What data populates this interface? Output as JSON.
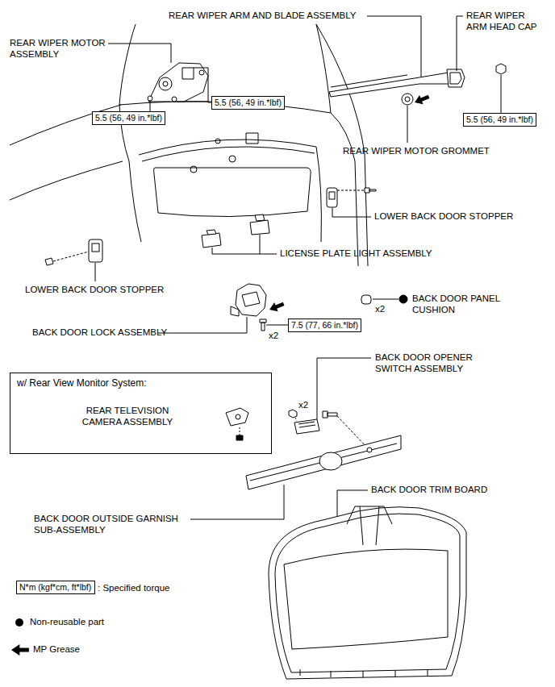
{
  "diagram": {
    "nodes": [
      {
        "text": [
          "5.5 (56, 49 in.*lbf)"
        ]
      },
      {
        "text": [
          "5.5 (56, 49 in.*lbf)"
        ]
      },
      {
        "text": [
          "5.5 (56, 49 in.*lbf)"
        ]
      },
      {
        "text": [
          "7.5 (77, 66 in.*lbf)"
        ]
      },
      {
        "text": [
          "w/ Rear View Monitor System:",
          "REAR TELEVISION CAMERA ASSEMBLY"
        ]
      },
      {
        "text": [
          "N*m (kgf*cm, ft*lbf)"
        ]
      }
    ],
    "labels": [
      "REAR WIPER ARM AND BLADE ASSEMBLY",
      "REAR WIPER ARM HEAD CAP",
      "REAR WIPER MOTOR ASSEMBLY",
      "REAR WIPER MOTOR GROMMET",
      "LOWER BACK DOOR STOPPER",
      "LICENSE PLATE LIGHT ASSEMBLY",
      "LOWER BACK DOOR STOPPER",
      "BACK DOOR PANEL CUSHION",
      "x2",
      "BACK DOOR LOCK ASSEMBLY",
      "x2",
      "BACK DOOR OPENER SWITCH ASSEMBLY",
      "x2",
      "BACK DOOR OUTSIDE GARNISH SUB-ASSEMBLY",
      "BACK DOOR TRIM BOARD"
    ],
    "legend": [
      {
        "text": ": Specified torque"
      },
      {
        "text": "Non-reusable part"
      },
      {
        "text": "MP Grease"
      }
    ]
  }
}
